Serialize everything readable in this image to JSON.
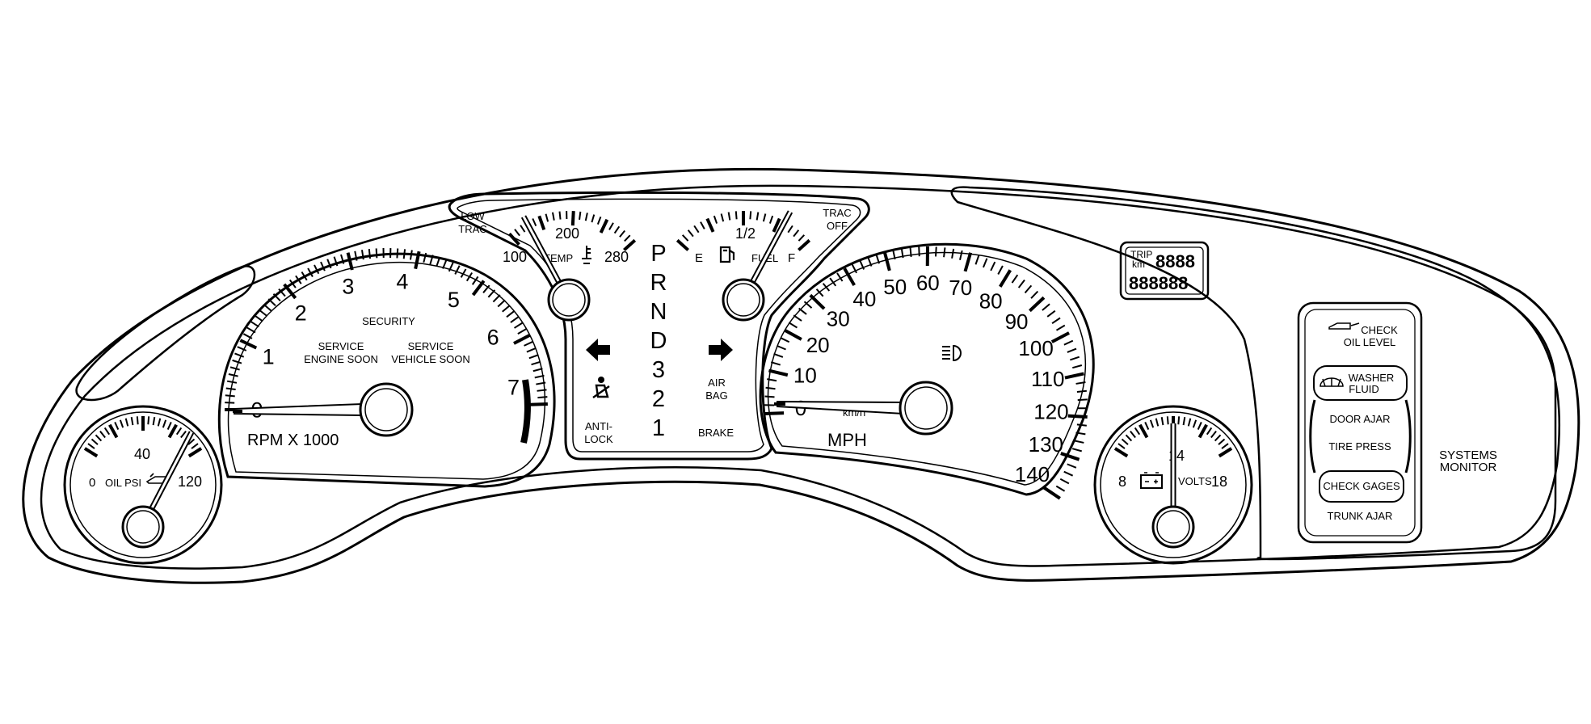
{
  "cluster": {
    "systems_monitor": [
      "SYSTEMS",
      "MONITOR"
    ],
    "oil_gauge": {
      "labels": [
        "0",
        "40",
        "120"
      ],
      "caption": "OIL PSI"
    },
    "tach": {
      "numbers": [
        "0",
        "1",
        "2",
        "3",
        "4",
        "5",
        "6",
        "7"
      ],
      "caption": "RPM X 1000",
      "security": "SECURITY",
      "service_engine": [
        "SERVICE",
        "ENGINE SOON"
      ],
      "service_vehicle": [
        "SERVICE",
        "VEHICLE SOON"
      ]
    },
    "temp_gauge": {
      "labels": [
        "100",
        "200",
        "280"
      ],
      "caption": "TEMP",
      "low_trac": [
        "LOW",
        "TRAC"
      ]
    },
    "fuel_gauge": {
      "labels": [
        "E",
        "1/2",
        "F"
      ],
      "caption": "FUEL",
      "trac_off": [
        "TRAC",
        "OFF"
      ]
    },
    "center": {
      "prnd": [
        "P",
        "R",
        "N",
        "D",
        "3",
        "2",
        "1"
      ],
      "anti_lock": [
        "ANTI-",
        "LOCK"
      ],
      "air_bag": [
        "AIR",
        "BAG"
      ],
      "brake": "BRAKE"
    },
    "speedo": {
      "numbers": [
        "0",
        "10",
        "20",
        "30",
        "40",
        "50",
        "60",
        "70",
        "80",
        "90",
        "100",
        "110",
        "120",
        "130",
        "140"
      ],
      "caption": "MPH",
      "kmh": "km/h"
    },
    "odometer": {
      "trip": "TRIP",
      "km": "km",
      "trip_digits": "8888",
      "odo_digits": "888888"
    },
    "volts_gauge": {
      "labels": [
        "8",
        "14",
        "18"
      ],
      "caption": "VOLTS"
    },
    "monitor": {
      "check_oil": [
        "CHECK",
        "OIL LEVEL"
      ],
      "washer": [
        "WASHER",
        "FLUID"
      ],
      "door_ajar": "DOOR AJAR",
      "tire_press": "TIRE PRESS",
      "check_gages": "CHECK GAGES",
      "trunk_ajar": "TRUNK AJAR"
    }
  }
}
